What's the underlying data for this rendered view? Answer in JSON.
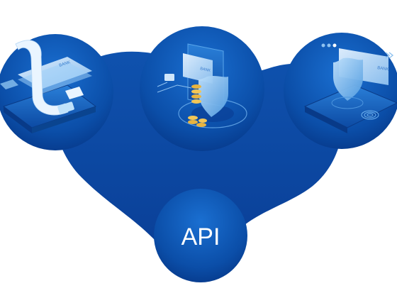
{
  "api_label": "API",
  "left_card": {
    "card_text": "BANK"
  },
  "center_card": {
    "card_text": "BANK"
  },
  "right_card": {
    "card_text": "BANK"
  },
  "colors": {
    "background": "#ffffff",
    "blob": "#0d4aa3",
    "circle_dark": "#073b8e",
    "circle_light": "#1668c9",
    "card_light": "#cfe6fb",
    "gold": "#e8b440",
    "api_text": "#ffffff"
  }
}
